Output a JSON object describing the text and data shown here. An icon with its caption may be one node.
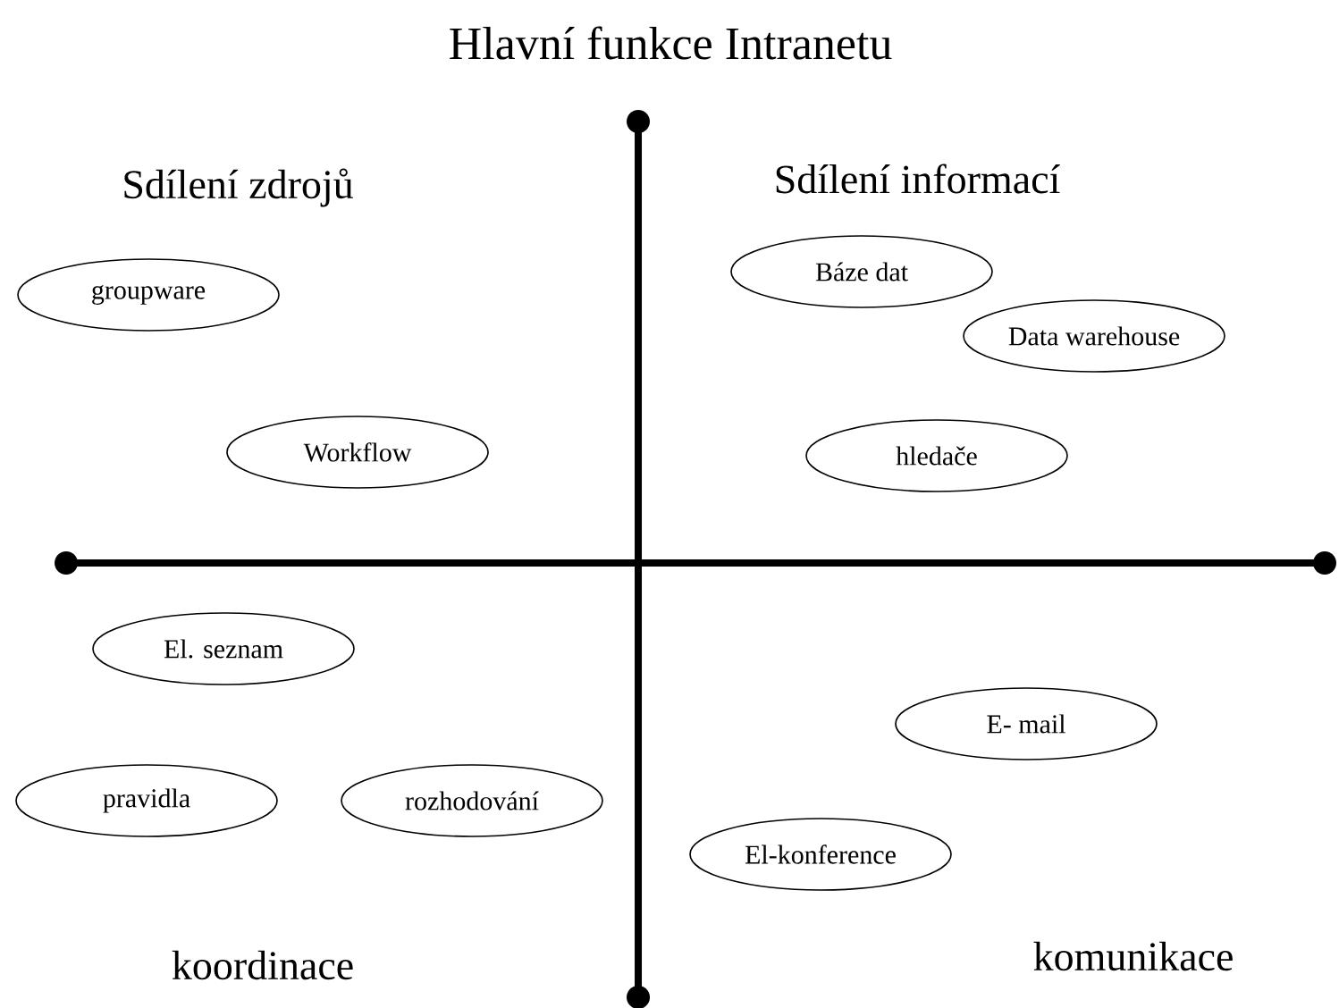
{
  "diagram": {
    "title": "Hlavní funkce Intranetu",
    "nodes": [
      {
        "text": [
          "groupware"
        ]
      },
      {
        "text": [
          "Workflow"
        ]
      },
      {
        "text": [
          "Báze dat"
        ]
      },
      {
        "text": [
          "Data warehouse"
        ]
      },
      {
        "text": [
          "hledače"
        ]
      },
      {
        "text": [
          "El. seznam"
        ]
      },
      {
        "text": [
          "pravidla"
        ]
      },
      {
        "text": [
          "rozhodování"
        ]
      },
      {
        "text": [
          "E- mail"
        ]
      },
      {
        "text": [
          "El-konference"
        ]
      }
    ],
    "labels": [
      "Sdílení zdrojů",
      "Sdílení informací",
      "koordinace",
      "komunikace"
    ]
  }
}
